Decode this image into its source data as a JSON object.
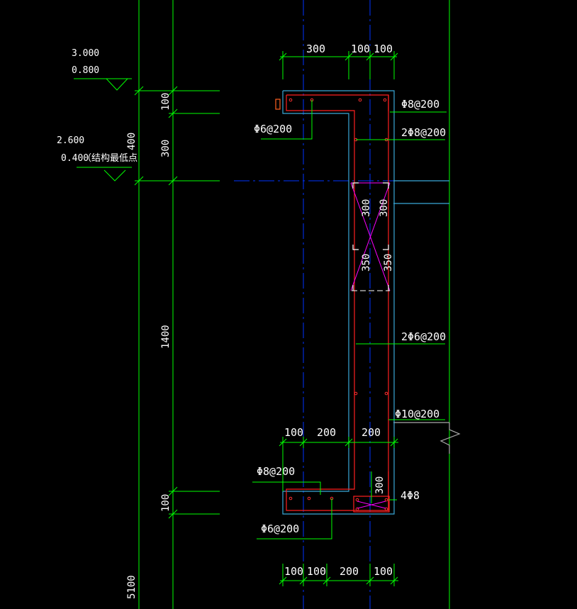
{
  "elevations": {
    "top_a": "3.000",
    "top_b": "0.800",
    "mid_a": "2.600",
    "mid_b": "0.400",
    "mid_note": "（结构最低点"
  },
  "dims": {
    "top_300": "300",
    "top_100a": "100",
    "top_100b": "100",
    "left_100_top": "100",
    "left_300": "300",
    "left_400": "400",
    "left_1400": "1400",
    "left_100_bot": "100",
    "left_5100": "5100",
    "hx_300_a": "300",
    "hx_300_b": "300",
    "hx_350_a": "350",
    "hx_350_b": "350",
    "bot_100": "100",
    "bot_200": "200",
    "bot_200b": "200",
    "base_300": "300",
    "foot_100a": "100",
    "foot_100b": "100",
    "foot_200": "200",
    "foot_100c": "100"
  },
  "rebar": {
    "r1": "Φ8@200",
    "r2": "Φ6@200",
    "r3": "2Φ8@200",
    "r4": "2Φ6@200",
    "r5": "Φ10@200",
    "r6": "Φ8@200",
    "r7": "4Φ8",
    "r8": "Φ6@200"
  }
}
